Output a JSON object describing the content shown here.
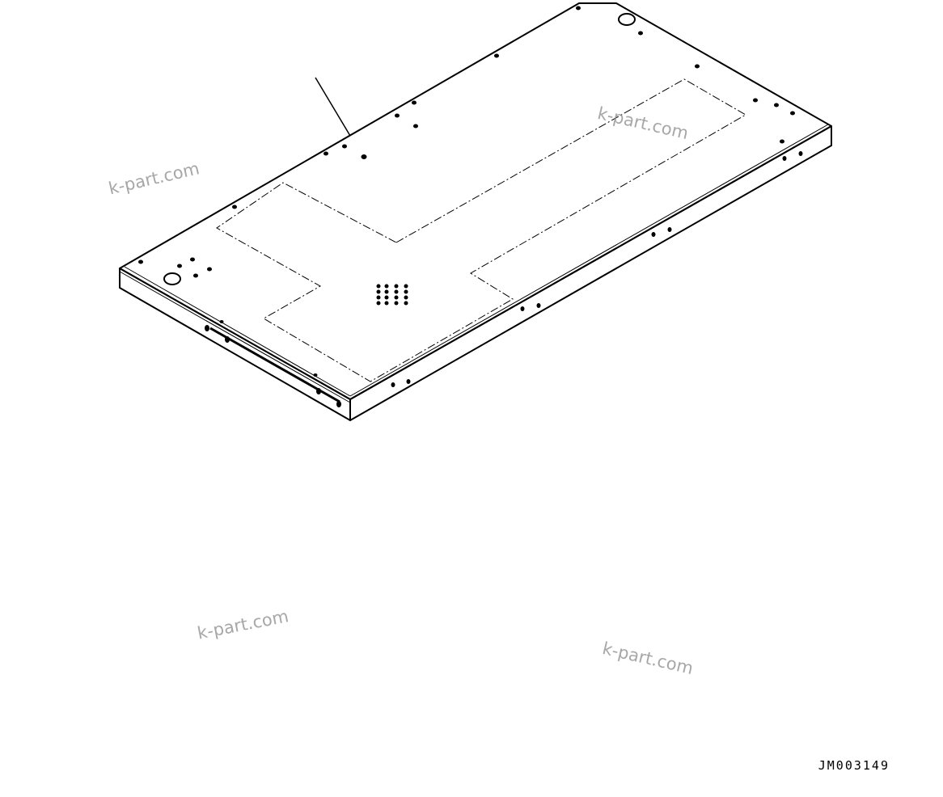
{
  "drawing": {
    "code": "JM003149",
    "line_color": "#000000",
    "background": "#ffffff"
  },
  "watermarks": [
    "k-part.com",
    "k-part.com",
    "k-part.com",
    "k-part.com"
  ]
}
